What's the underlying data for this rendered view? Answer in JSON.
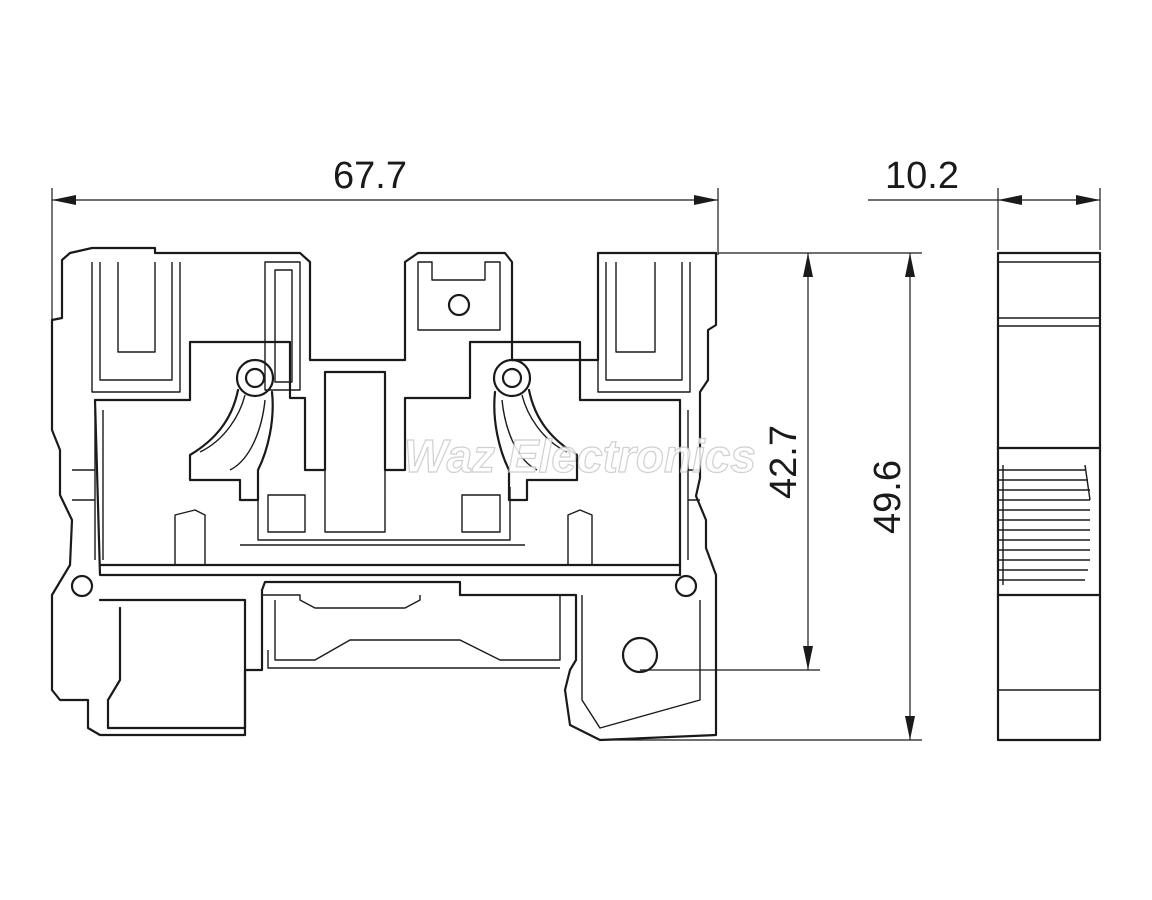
{
  "dimensions": {
    "overall_width": "67.7",
    "side_width": "10.2",
    "height_to_rail": "42.7",
    "overall_height": "49.6"
  },
  "watermark": "Waz Electronics",
  "colors": {
    "line": "#1a1a1a",
    "background": "#ffffff"
  }
}
